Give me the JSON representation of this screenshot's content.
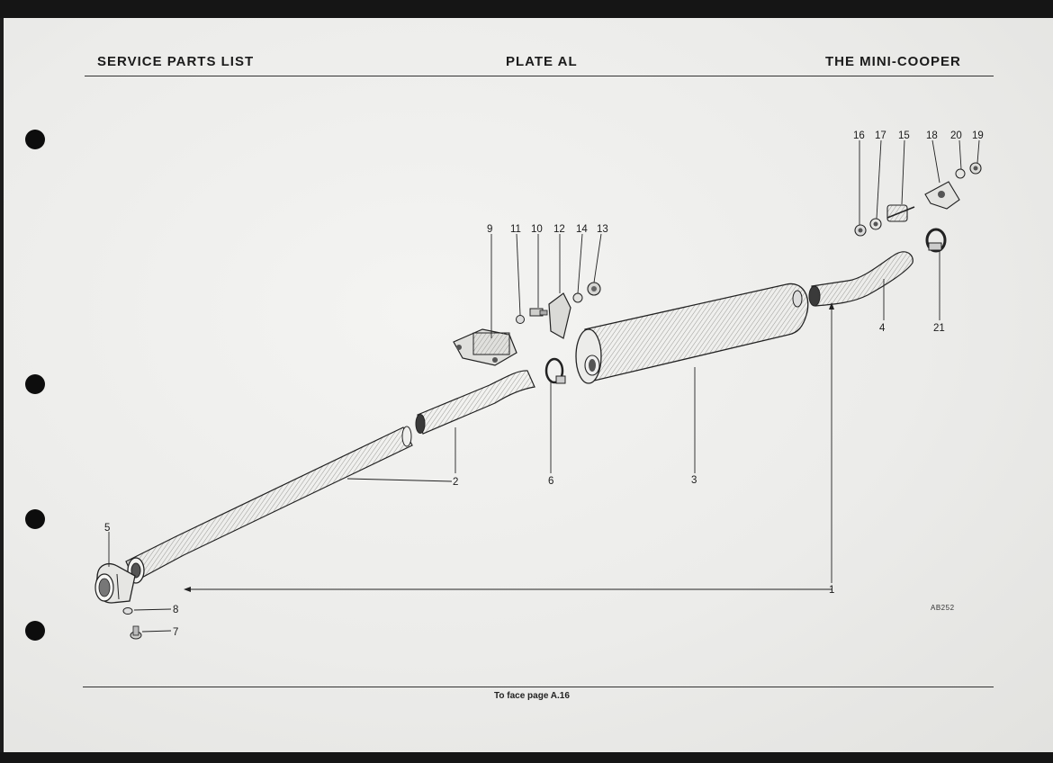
{
  "header": {
    "left": "SERVICE PARTS LIST",
    "center": "PLATE AL",
    "right": "THE MINI-COOPER"
  },
  "footer": {
    "note": "To face page A.16"
  },
  "figure": {
    "reference": "AB252",
    "callouts": [
      "1",
      "2",
      "3",
      "4",
      "5",
      "6",
      "7",
      "8",
      "9",
      "10",
      "11",
      "12",
      "13",
      "14",
      "15",
      "16",
      "17",
      "18",
      "19",
      "20",
      "21"
    ]
  }
}
